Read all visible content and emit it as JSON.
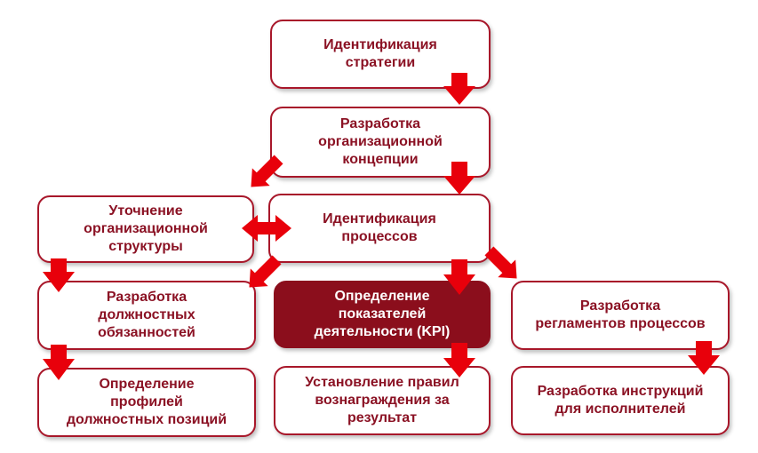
{
  "boxes": {
    "strategy": "Идентификация\nстратегии",
    "org_concept": "Разработка\nорганизационной\nконцепции",
    "org_structure": "Уточнение\nорганизационной\nструктуры",
    "processes": "Идентификация\nпроцессов",
    "duties": "Разработка\nдолжностных\nобязанностей",
    "kpi": "Определение\nпоказателей\nдеятельности (KPI)",
    "regulations": "Разработка\nрегламентов процессов",
    "profiles": "Определение\nпрофилей\nдолжностных позиций",
    "reward_rules": "Установление правил\nвознаграждения за\nрезультат",
    "instructions": "Разработка инструкций\nдля исполнителей"
  },
  "colors": {
    "border": "#a8172a",
    "text": "#8b1224",
    "filled": "#8b0e1c",
    "arrow": "#e8000b"
  }
}
